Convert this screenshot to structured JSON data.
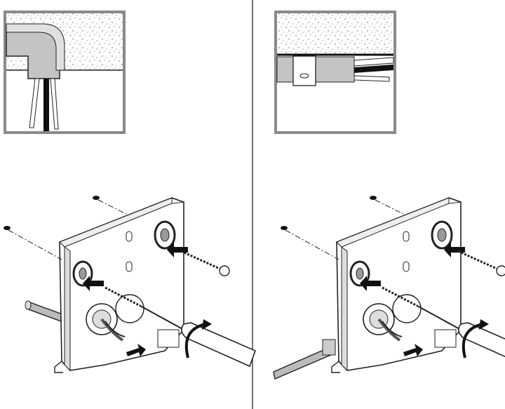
{
  "colors": {
    "background": "#ffffff",
    "frame": "#8a8a8a",
    "line": "#222222",
    "conduit": "#bdbdbd",
    "divider": "#444444"
  },
  "panels": [
    {
      "step": "left",
      "inset": "surface-conduit-elbow",
      "wall_entry": "conduit-from-side"
    },
    {
      "step": "right",
      "inset": "surface-raceway-clamp",
      "wall_entry": "cable-with-clamp"
    }
  ]
}
